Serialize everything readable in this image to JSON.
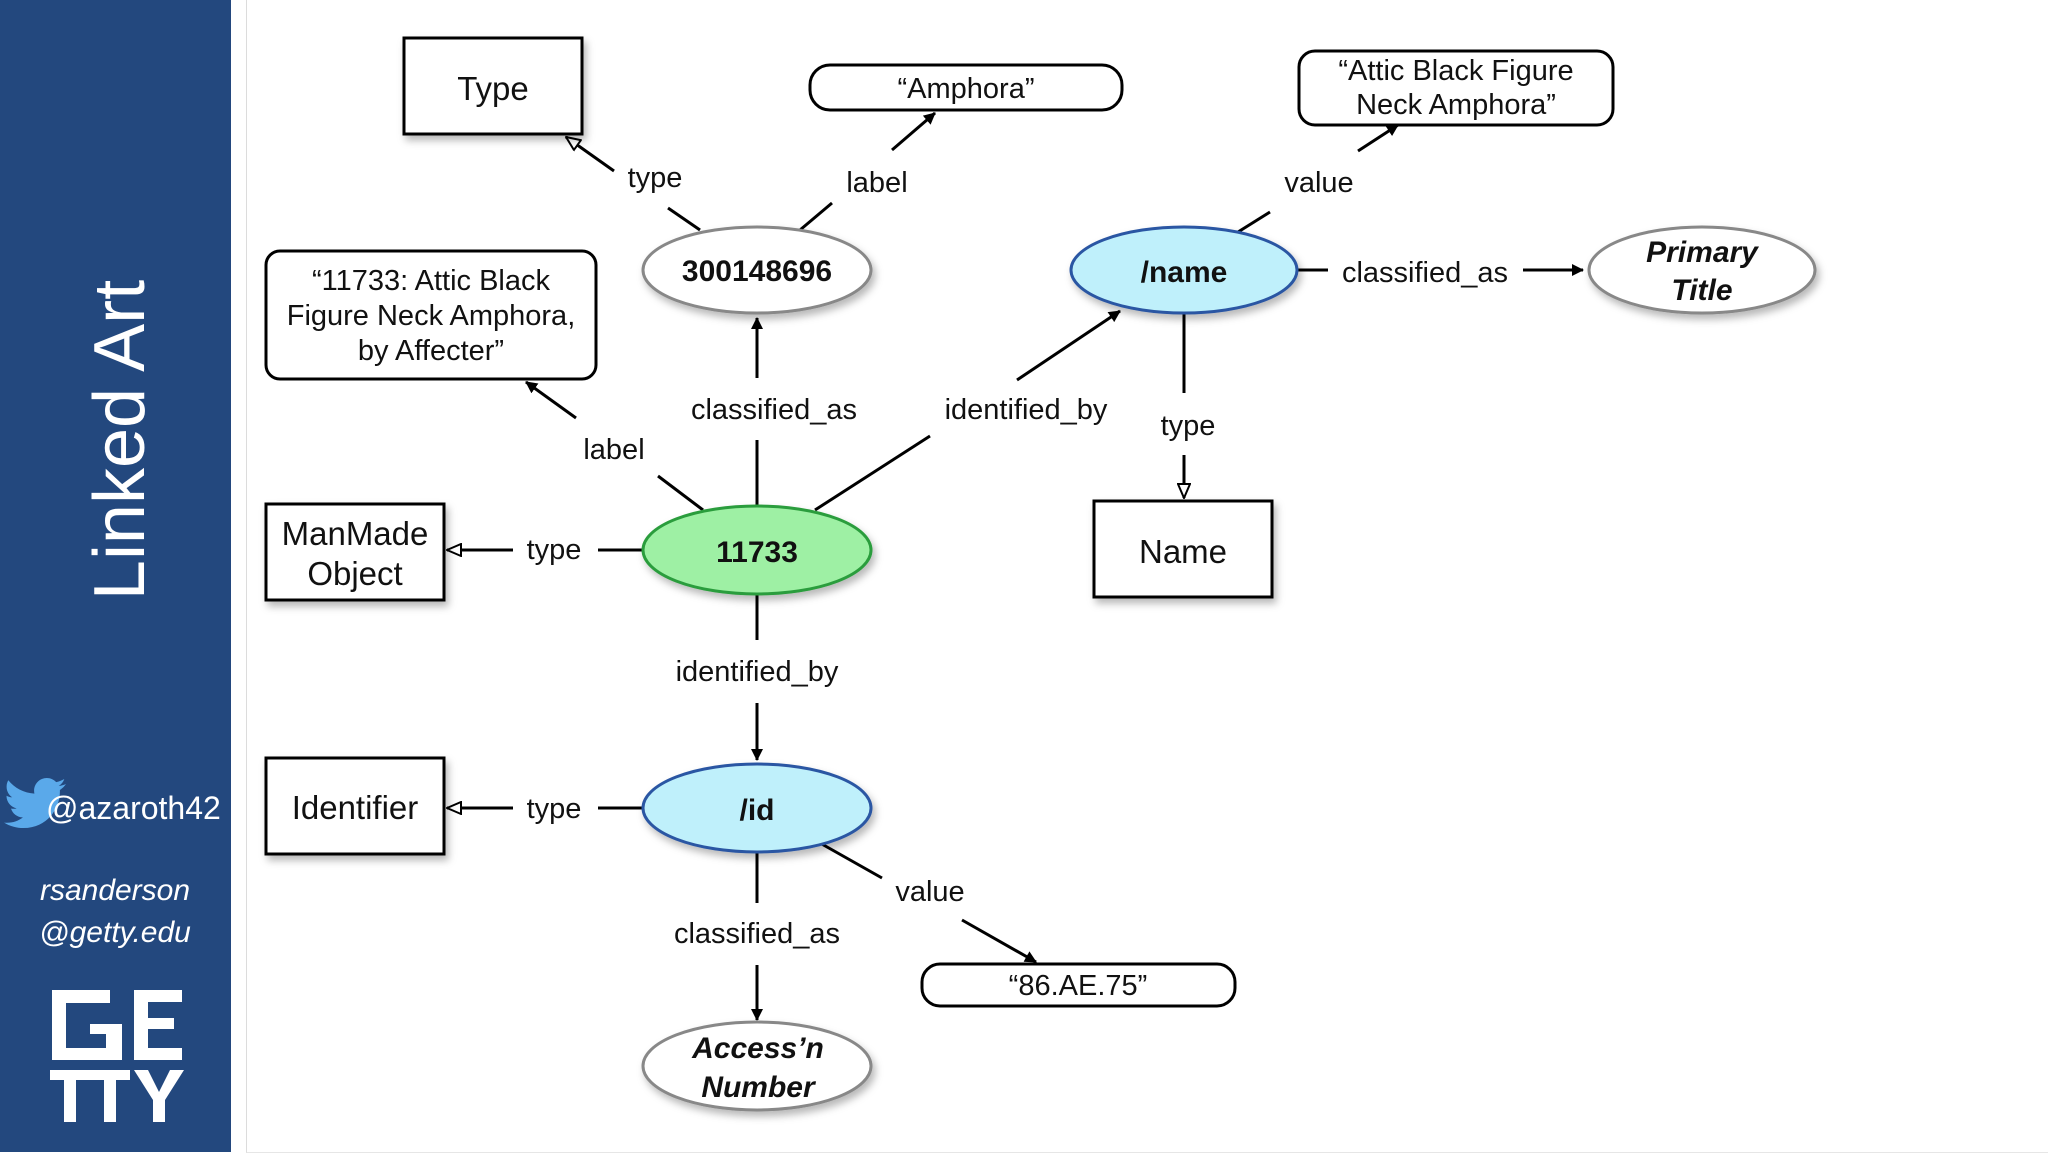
{
  "sidebar": {
    "title": "Linked Art",
    "twitter": "@azaroth42",
    "author_line1": "rsanderson",
    "author_line2": "@getty.edu",
    "logo_alt": "GETTY"
  },
  "colors": {
    "sidebar": "#23487e",
    "node_green": "#9ef0a4",
    "node_blue": "#bff0fb",
    "node_white": "#ffffff"
  },
  "diagram": {
    "nodes": {
      "type_class": "Type",
      "amphora_literal": "“Amphora”",
      "title_literal_line1": "“Attic Black Figure",
      "title_literal_line2": "Neck Amphora”",
      "concept_300148696": "300148696",
      "name_node": "/name",
      "primary_title_line1": "Primary",
      "primary_title_line2": "Title",
      "label_literal_line1": "“11733: Attic Black",
      "label_literal_line2": "Figure Neck Amphora,",
      "label_literal_line3": "by Affecter”",
      "manmade_line1": "ManMade",
      "manmade_line2": "Object",
      "object_11733": "11733",
      "name_class": "Name",
      "identifier_class": "Identifier",
      "id_node": "/id",
      "accession_literal": "“86.AE.75”",
      "accession_line1": "Access’n",
      "accession_line2": "Number"
    },
    "edges": {
      "type_top": "type",
      "label_top": "label",
      "value_top": "value",
      "classified_as_name": "classified_as",
      "classified_as_obj": "classified_as",
      "identified_by_name": "identified_by",
      "type_name": "type",
      "label_obj": "label",
      "type_obj": "type",
      "identified_by_id": "identified_by",
      "type_id": "type",
      "value_id": "value",
      "classified_as_id": "classified_as"
    }
  }
}
